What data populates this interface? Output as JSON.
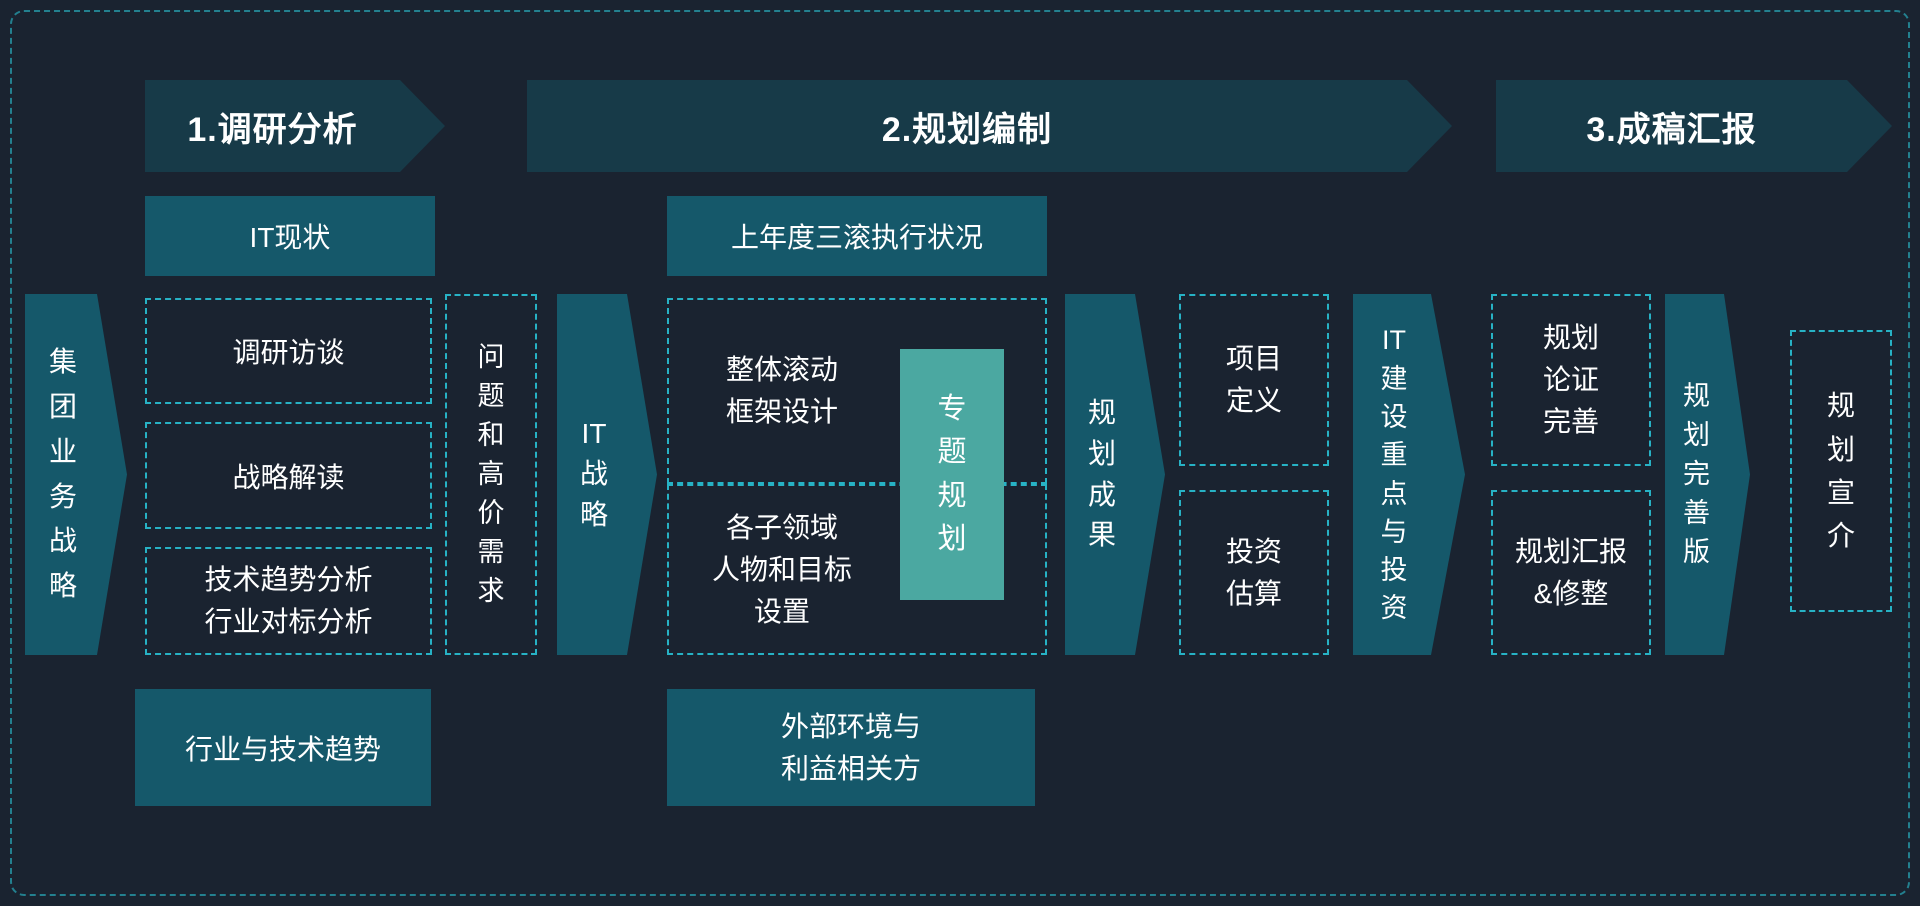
{
  "colors": {
    "background": "#1a2330",
    "header": "#173a48",
    "solid": "#15586a",
    "accent_light": "#4ba8a1",
    "dashed": "#27b2c5",
    "dashed_dim": "#23808f",
    "text": "#ffffff"
  },
  "headers": {
    "phase1": "1.调研分析",
    "phase2": "2.规划编制",
    "phase3": "3.成稿汇报"
  },
  "left": {
    "group_strategy": "集\n团\n业\n务\n战\n略"
  },
  "research": {
    "it_status": "IT现状",
    "interview": "调研访谈",
    "strategy_read": "战略解读",
    "tech_trend": "技术趋势分析\n行业对标分析",
    "industry_trend": "行业与技术趋势"
  },
  "middle": {
    "issues_needs": "问\n题\n和\n高\n价\n需\n求",
    "it_strategy": "IT\n战\n略"
  },
  "planning": {
    "last_year": "上年度三滚执行状况",
    "framework": "整体滚动\n框架设计",
    "subdomain": "各子领域\n人物和目标\n设置",
    "special_topic": "专\n题\n规\n划",
    "external": "外部环境与\n利益相关方",
    "results": "规\n划\n成\n果",
    "project_def": "项目\n定义",
    "investment": "投资\n估算",
    "it_focus": "IT\n建\n设\n重\n点\n与\n投\n资"
  },
  "report": {
    "demonstration": "规划\n论证\n完善",
    "revision": "规划汇报\n&修整",
    "final_version": "规\n划\n完\n善\n版",
    "promotion": "规\n划\n宣\n介"
  }
}
